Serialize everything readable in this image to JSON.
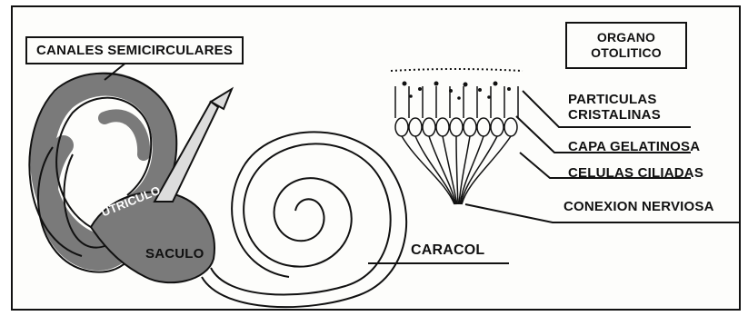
{
  "labels": {
    "canales": "CANALES SEMICIRCULARES",
    "organo_line1": "ORGANO",
    "organo_line2": "OTOLITICO",
    "particulas_line1": "PARTICULAS",
    "particulas_line2": "CRISTALINAS",
    "capa": "CAPA GELATINOSA",
    "celulas": "CELULAS CILIADAS",
    "conexion": "CONEXION NERVIOSA",
    "caracol": "CARACOL",
    "utriculo": "UTRICULO",
    "saculo": "SACULO"
  }
}
